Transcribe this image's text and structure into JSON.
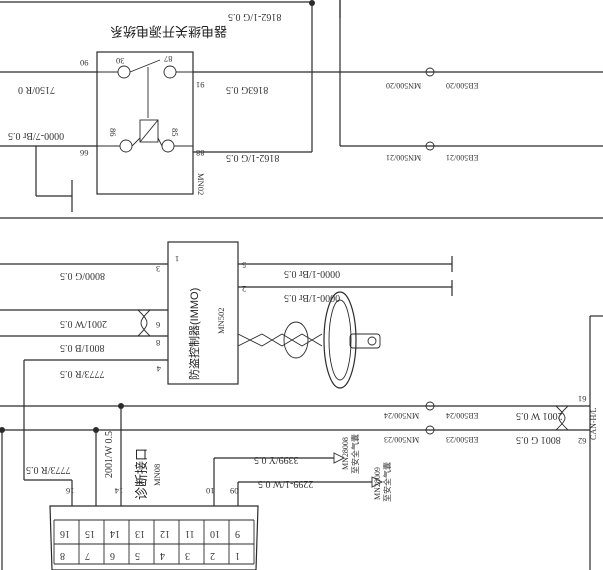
{
  "relay": {
    "title": "器电继关开源电统系",
    "part": "MN02",
    "pins": {
      "p30": "30",
      "p87": "87",
      "p86": "86",
      "p85": "85"
    },
    "ext_pins": {
      "p90": "90",
      "p91": "91",
      "p66": "66",
      "p88": "88"
    }
  },
  "immo": {
    "title": "防盗控制器(IMMO)",
    "part": "MN502",
    "pins": {
      "p1": "1",
      "p3": "3",
      "p6": "6",
      "p8": "8",
      "p4": "4",
      "p5": "5",
      "p2": "2"
    }
  },
  "obd": {
    "title": "诊断接口",
    "part": "MN08",
    "pins_top": [
      "16",
      "15",
      "14",
      "13",
      "12",
      "11",
      "10",
      "9"
    ],
    "pins_bottom": [
      "8",
      "7",
      "6",
      "5",
      "4",
      "3",
      "2",
      "1"
    ],
    "ext_pins": {
      "p16": "16",
      "p14": "14",
      "p10": "10",
      "p09": "09"
    }
  },
  "wires": {
    "w_top": "8162-1/G  0.5",
    "w_8163": "8163G  0.5",
    "w_8162b": "8162-1/G  0.5",
    "w_7150": "7150/R  0",
    "w_0000_7": "0000-7/Br  0.5",
    "w_8000": "8000/G  0.5",
    "w_2001": "2001/W  0.5",
    "w_8001": "8001/B  0.5",
    "w_7773": "7773/R  0.5",
    "w_0000_1a": "0000-1/Br  0.5",
    "w_0000_1b": "0000-1/Br  0.5",
    "w_2001_w05": "2001/W  0.5",
    "w_7773b": "7773/R  0.5",
    "w_3399": "3399/Y  0.5",
    "w_2299": "2299-1/W  0.5",
    "w_2001_right": "2001 W  0.5",
    "w_8001_right": "8001 G  0.5",
    "c_eb500_20": "EB500/20",
    "c_mn500_20": "MN500/20",
    "c_eb500_21": "EB500/21",
    "c_mn500_21": "MN500/21",
    "c_eb500_24": "EB500/24",
    "c_mn500_24": "MN500/24",
    "c_eb500_23": "EB500/23",
    "c_mn500_23": "MN500/23",
    "c_61": "61",
    "c_62": "62",
    "c_can": "CAN-H/L",
    "airbag1_part": "MN28008",
    "airbag1_label": "至安全气囊",
    "airbag2_part": "MN28009",
    "airbag2_label": "至安全气囊"
  }
}
